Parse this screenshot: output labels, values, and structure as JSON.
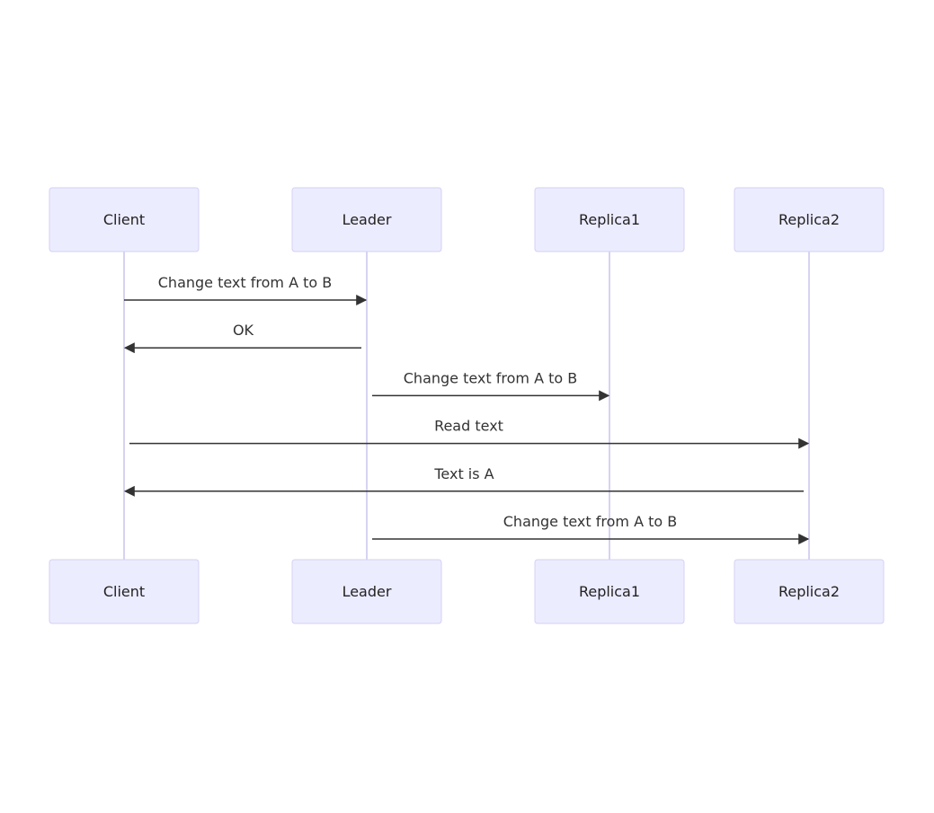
{
  "participants": [
    {
      "id": "client",
      "label": "Client"
    },
    {
      "id": "leader",
      "label": "Leader"
    },
    {
      "id": "replica1",
      "label": "Replica1"
    },
    {
      "id": "replica2",
      "label": "Replica2"
    }
  ],
  "messages": [
    {
      "from": "client",
      "to": "leader",
      "label": "Change text from A to B"
    },
    {
      "from": "leader",
      "to": "client",
      "label": "OK"
    },
    {
      "from": "leader",
      "to": "replica1",
      "label": "Change text from A to B"
    },
    {
      "from": "client",
      "to": "replica2",
      "label": "Read text"
    },
    {
      "from": "replica2",
      "to": "client",
      "label": "Text is A"
    },
    {
      "from": "leader",
      "to": "replica2",
      "label": "Change text from A to B"
    }
  ],
  "colors": {
    "actor_fill": "#ececff",
    "actor_border": "#d4d0f5",
    "lifeline": "#d6d3f2",
    "message": "#333333"
  }
}
